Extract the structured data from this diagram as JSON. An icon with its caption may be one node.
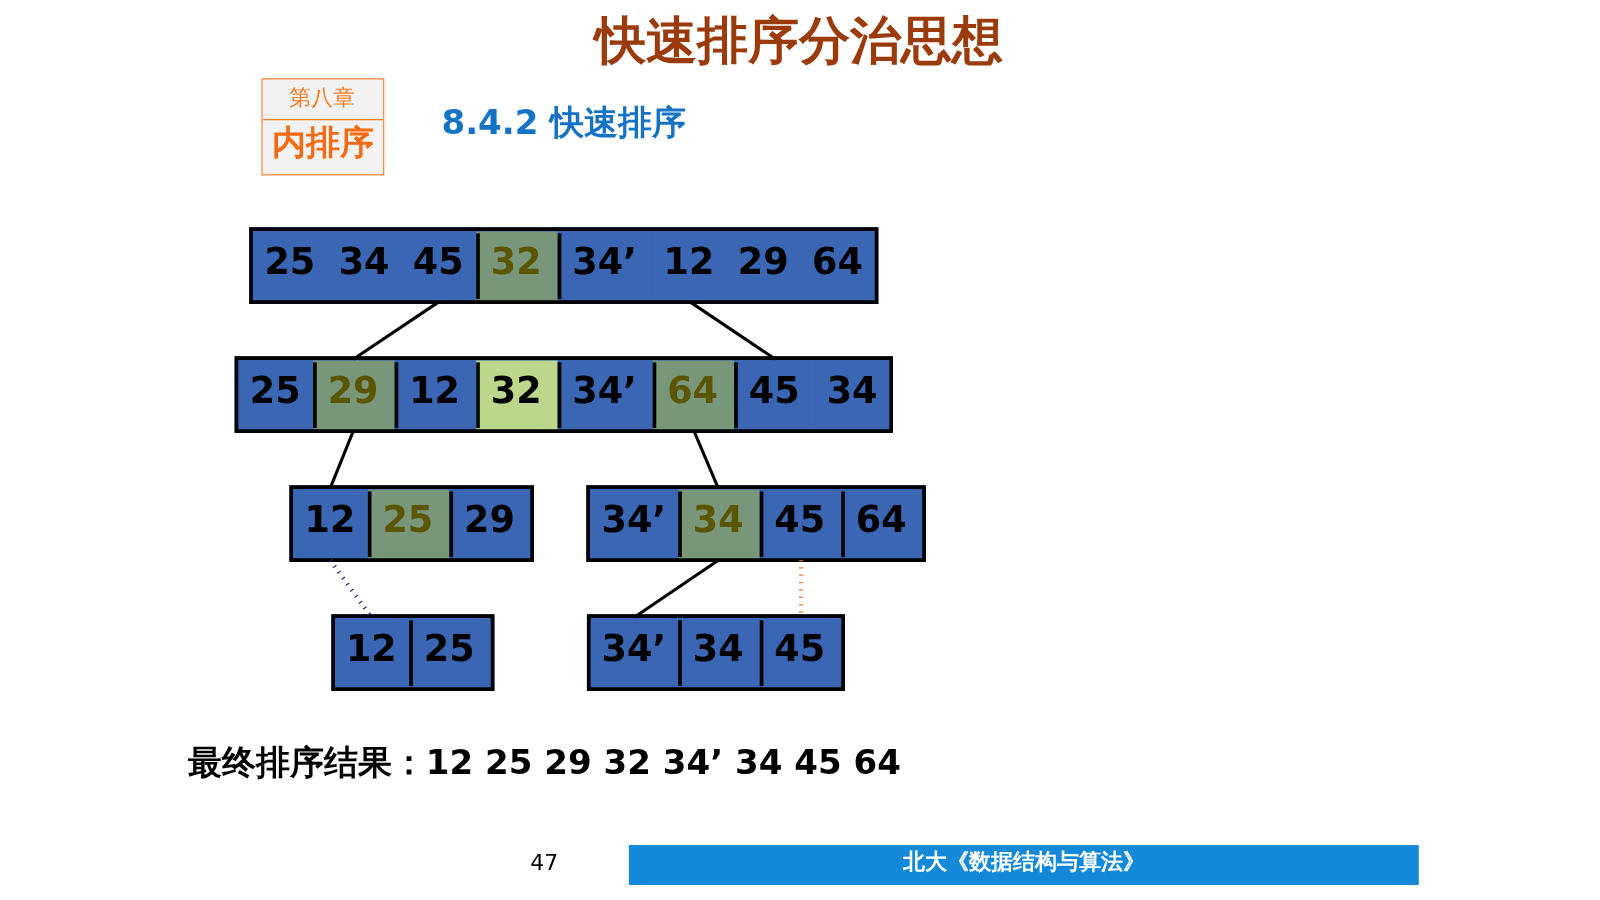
{
  "diagram": {
    "title": "快速排序分治思想",
    "nodes": [
      {
        "text": [
          "第八章",
          "内排序"
        ]
      },
      {
        "text": [
          "25",
          "34",
          "45",
          "32",
          "34’",
          "12",
          "29",
          "64"
        ]
      },
      {
        "text": [
          "25",
          "29",
          "12",
          "32",
          "34’",
          "64",
          "45",
          "34"
        ]
      },
      {
        "text": [
          "12",
          "25",
          "29"
        ]
      },
      {
        "text": [
          "34’",
          "34",
          "45",
          "64"
        ]
      },
      {
        "text": [
          "12",
          "25"
        ]
      },
      {
        "text": [
          "34’",
          "34",
          "45"
        ]
      },
      {
        "text": [
          "北大《数据结构与算法》"
        ]
      }
    ],
    "edges": [
      {
        "from": 1,
        "to": 2,
        "arrow": "none"
      },
      {
        "from": 1,
        "to": 2,
        "arrow": "none"
      },
      {
        "from": 2,
        "to": 3,
        "arrow": "none"
      },
      {
        "from": 2,
        "to": 4,
        "arrow": "none"
      },
      {
        "from": 3,
        "to": 5,
        "arrow": "none",
        "style": "dashed",
        "color": "#1f2a6b"
      },
      {
        "from": 4,
        "to": 6,
        "arrow": "none"
      },
      {
        "from": 4,
        "to": 6,
        "arrow": "none",
        "style": "dashed",
        "color": "#f08030"
      }
    ],
    "labels": [
      "8.4.2 快速排序",
      "最终排序结果：12 25 29 32 34’ 34 45 64",
      "47"
    ]
  }
}
